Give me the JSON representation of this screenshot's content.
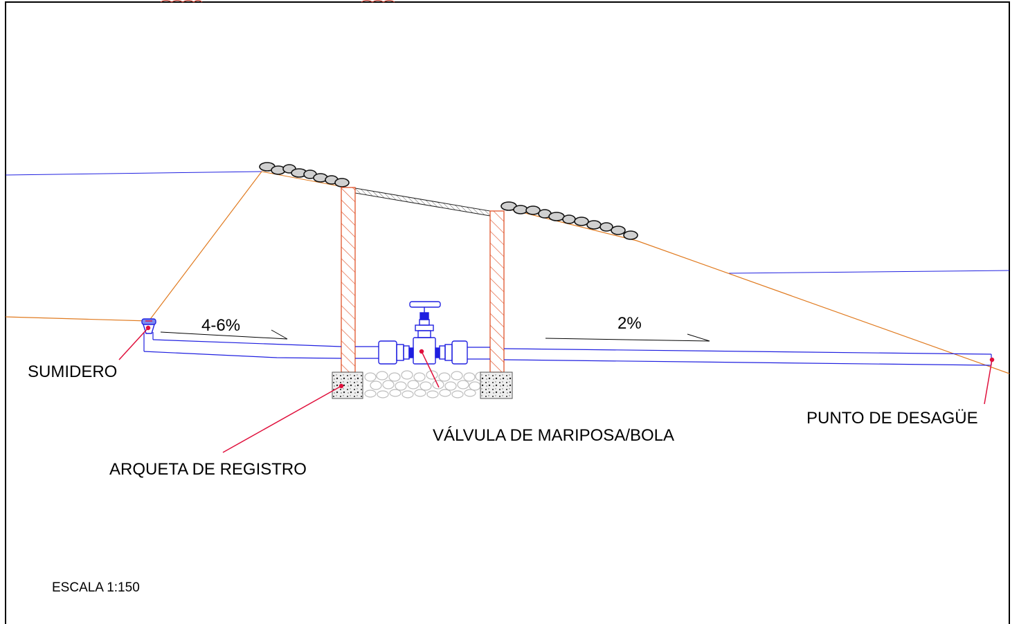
{
  "labels": {
    "sumidero": "SUMIDERO",
    "arqueta": "ARQUETA DE REGISTRO",
    "valvula": "VÁLVULA DE MARIPOSA/BOLA",
    "desague": "PUNTO DE DESAGÜE",
    "slope_left": "4-6%",
    "slope_right": "2%",
    "scale": "ESCALA 1:150"
  },
  "colors": {
    "border": "#000000",
    "pipe": "#1f1fe0",
    "terrain": "#e07a1f",
    "wall_hatch": "#e0532a",
    "leader": "#e0103c",
    "gravel": "#c8c8c8"
  }
}
